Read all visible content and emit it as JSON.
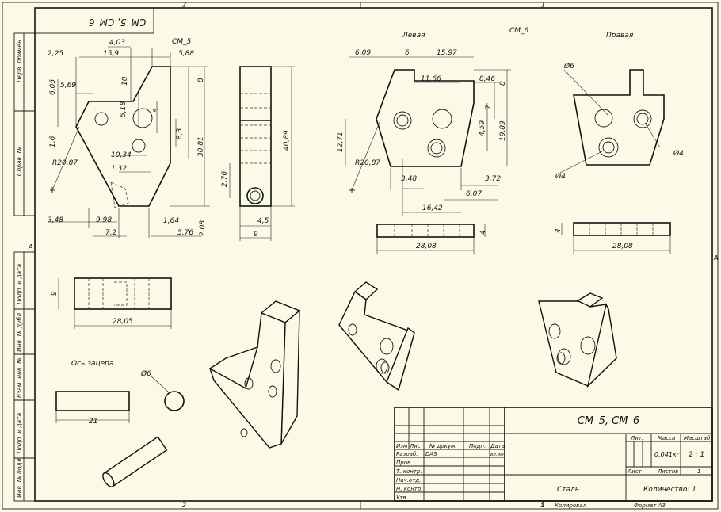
{
  "sheet": {
    "zone_numbers": {
      "top_left": "2",
      "top_right": "1",
      "bottom_left": "2",
      "bottom_right": "1",
      "left_mid": "A",
      "right_mid": "A"
    },
    "top_stamp": "СМ_5, СМ_6",
    "side_fields": [
      "Перв. примен.",
      "Справ. №",
      "Подп. и дата",
      "Инв. № дубл.",
      "Взам. инв. №",
      "Подп. и дата",
      "Инв. № подл."
    ]
  },
  "views": {
    "cm5_label": "СМ_5",
    "cm6_label": "СМ_6",
    "left_label": "Левая",
    "right_label": "Правая",
    "axle_label": "Ось зацепа"
  },
  "dimensions": {
    "cm5_front": [
      "4,03",
      "2,25",
      "15,9",
      "5,88",
      "6,05",
      "5,69",
      "10",
      "8",
      "5,18",
      "5",
      "8,3",
      "1,6",
      "R20,87",
      "10,34",
      "1,32",
      "30,81",
      "3,48",
      "9,98",
      "7,2",
      "1,64",
      "5,76",
      "2,08"
    ],
    "cm5_side": [
      "40,89",
      "2,76",
      "4,5",
      "9"
    ],
    "cm6_left": [
      "6,09",
      "6",
      "15,97",
      "11,66",
      "8,46",
      "8",
      "7",
      "4,59",
      "19,89",
      "12,71",
      "R20,87",
      "3,48",
      "3,72",
      "6,07",
      "16,42"
    ],
    "cm6_right": [
      "Ø6",
      "Ø4",
      "Ø4"
    ],
    "cm6_bottoms": [
      "4",
      "28,08",
      "4",
      "28,08"
    ],
    "cm5_bottom": [
      "9",
      "28,05"
    ],
    "axle": [
      "Ø6",
      "21"
    ]
  },
  "title_block": {
    "name": "СМ_5, СМ_6",
    "material": "Сталь",
    "quantity": "Количество: 1",
    "header_cols": [
      "Изм",
      "Лист",
      "№ докум.",
      "Подп.",
      "Дата"
    ],
    "rows": [
      "Разраб.",
      "Пров.",
      "Т. контр.",
      "Нач.отд.",
      "Н. контр.",
      "Утв."
    ],
    "developer": "DAS",
    "date": "вл.ию",
    "lit_label": "Лит.",
    "mass_label": "Масса",
    "scale_label": "Масштаб",
    "mass": "0,041кг",
    "scale": "2 : 1",
    "sheet_label": "Лист",
    "sheets_label": "Листов",
    "sheets_count": "1",
    "bottom_page": "1",
    "copied": "Копировал",
    "format": "Формат A3"
  }
}
